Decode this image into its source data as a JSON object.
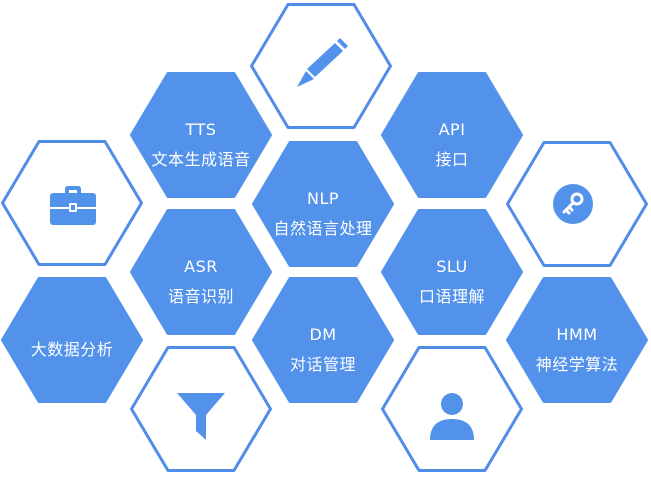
{
  "colors": {
    "fill": "#5292eb",
    "outline": "#4f8de8",
    "white": "#ffffff"
  },
  "hexagons": {
    "tts": {
      "abbr": "TTS",
      "name": "文本生成语音"
    },
    "api": {
      "abbr": "API",
      "name": "接口"
    },
    "nlp": {
      "abbr": "NLP",
      "name": "自然语言处理"
    },
    "asr": {
      "abbr": "ASR",
      "name": "语音识别"
    },
    "slu": {
      "abbr": "SLU",
      "name": "口语理解"
    },
    "dm": {
      "abbr": "DM",
      "name": "对话管理"
    },
    "hmm": {
      "abbr": "HMM",
      "name": "神经学算法"
    },
    "bigdata": {
      "name": "大数据分析"
    }
  },
  "icons": {
    "pencil": "pencil-icon",
    "briefcase": "briefcase-icon",
    "key": "key-icon",
    "filter": "filter-icon",
    "user": "user-icon"
  }
}
